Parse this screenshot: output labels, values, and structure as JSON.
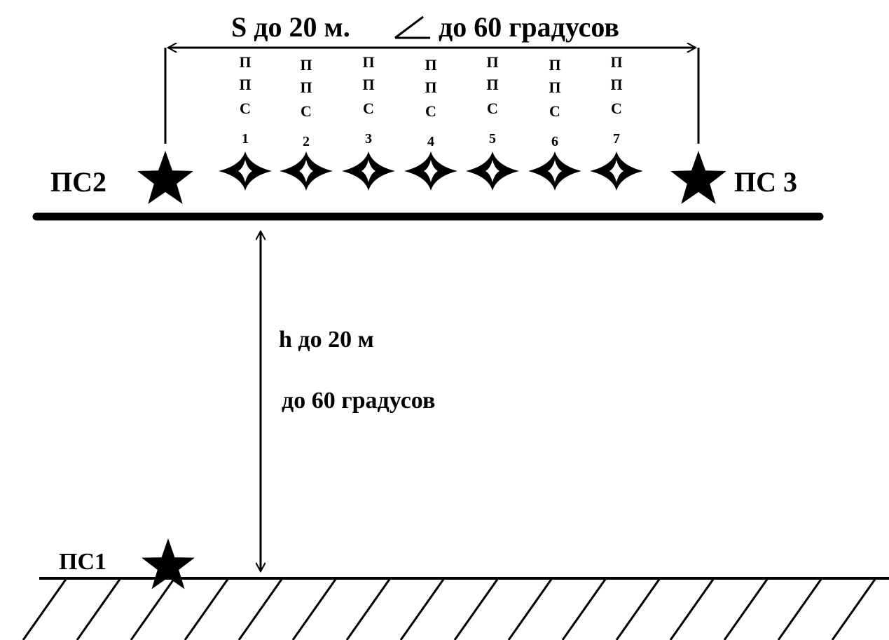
{
  "span_label": "S до 20 м.",
  "angle_label": "до 60 градусов",
  "height_label": "h до 20 м",
  "height_angle_label": "до 60 градусов",
  "stations": {
    "ps1": "ПС1",
    "ps2": "ПС2",
    "ps3": "ПС 3"
  },
  "intermediate": [
    {
      "letters": [
        "П",
        "П",
        "С"
      ],
      "number": "1"
    },
    {
      "letters": [
        "П",
        "П",
        "С"
      ],
      "number": "2"
    },
    {
      "letters": [
        "П",
        "П",
        "С"
      ],
      "number": "3"
    },
    {
      "letters": [
        "П",
        "П",
        "С"
      ],
      "number": "4"
    },
    {
      "letters": [
        "П",
        "П",
        "С"
      ],
      "number": "5"
    },
    {
      "letters": [
        "П",
        "П",
        "С"
      ],
      "number": "6"
    },
    {
      "letters": [
        "П",
        "П",
        "С"
      ],
      "number": "7"
    }
  ],
  "colors": {
    "ink": "#000000",
    "background": "#ffffff"
  }
}
